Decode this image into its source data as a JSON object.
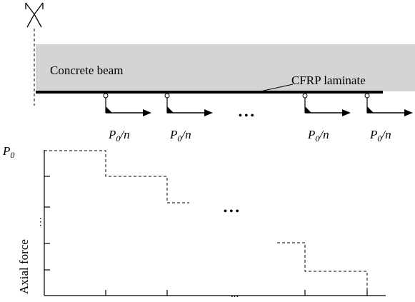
{
  "beam_label": "Concrete beam",
  "laminate_label": "CFRP laminate",
  "force_label_parts": {
    "p": "P",
    "sub": "0",
    "rest": "/n"
  },
  "force_labels_count": 4,
  "ellipsis_top": "• • •",
  "y_axis_top_label_parts": {
    "p": "P",
    "sub": "0"
  },
  "y_axis_title": "Axial force",
  "ellipsis_middle": "• • •",
  "ellipsis_axis": "...",
  "ellipsis_left": "···",
  "colors": {
    "beam_fill": "#d4d4d4",
    "line": "#000000"
  },
  "icons": {
    "support": "fixed-support-icon",
    "anchor": "anchor-arrow-icon"
  }
}
